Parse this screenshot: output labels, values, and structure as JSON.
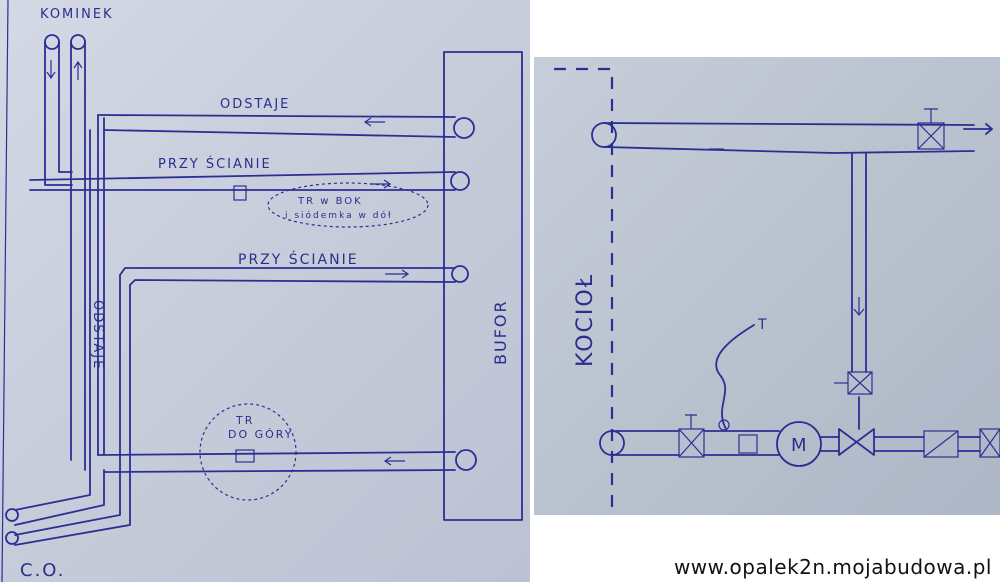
{
  "left_diagram": {
    "kominek": "KOMINEK",
    "odstaje_top": "ODSTAJE",
    "przy_scianie_1": "PRZY ŚCIANIE",
    "tr_note_line1": "TR w BOK",
    "tr_note_line2": "i siódemka w dół",
    "przy_scianie_2": "PRZY ŚCIANIE",
    "odstaje_vertical": "ODSTAJE",
    "bufor": "BUFOR",
    "tr_do_gory_line1": "TR",
    "tr_do_gory_line2": "DO GÓRY",
    "co": "C.O."
  },
  "right_diagram": {
    "kociol": "KOCIOŁ",
    "t_label": "T",
    "pump_label": "M"
  },
  "watermark": "www.opalek2n.mojabudowa.pl",
  "colors": {
    "ink": "#2b2f93",
    "paper_left": "#c9cedc",
    "paper_right": "#bac2cf"
  }
}
